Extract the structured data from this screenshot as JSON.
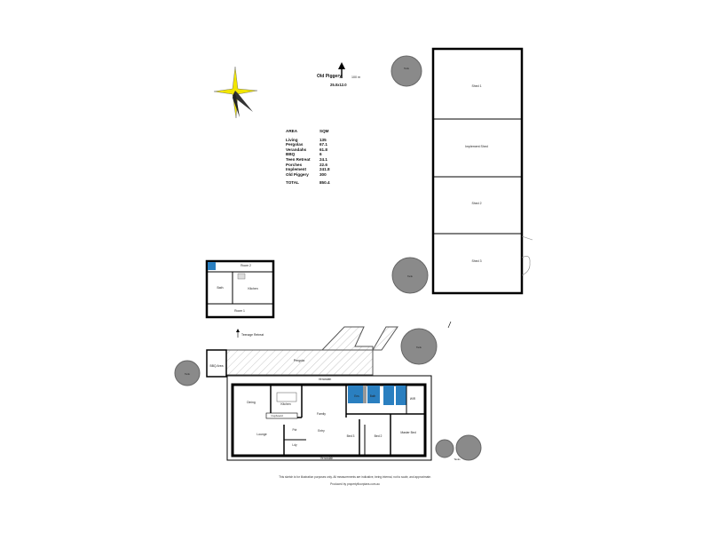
{
  "north": {
    "distance": "100 m",
    "label": "Old Piggery",
    "size": "25.0x12.0"
  },
  "areas": {
    "header_area": "AREA",
    "header_unit": "SQM",
    "rows": [
      {
        "name": "Living",
        "value": "135"
      },
      {
        "name": "Pergolas",
        "value": "67.1"
      },
      {
        "name": "Verandahs",
        "value": "61.8"
      },
      {
        "name": "BBQ",
        "value": "6"
      },
      {
        "name": "Teen Retreat",
        "value": "24.1"
      },
      {
        "name": "Porches",
        "value": "22.6"
      },
      {
        "name": "Implement",
        "value": "241.8"
      },
      {
        "name": "Old Piggery",
        "value": "300"
      }
    ],
    "total_label": "TOTAL",
    "total_value": "850.4"
  },
  "sheds": [
    "Shed 1",
    "Implement Shed",
    "Shed 2",
    "Shed 3"
  ],
  "retreat": {
    "rooms": [
      "Room 2",
      "Bath",
      "Kitchen",
      "Room 1"
    ],
    "label": "Teenage Retreat"
  },
  "pergola": {
    "label": "Pergola"
  },
  "bbq": {
    "label": "BBQ Area"
  },
  "house": {
    "verandah_top": "Verandah",
    "verandah_bottom": "Verandah",
    "rooms": [
      "Dining",
      "Kitchen",
      "Lounge",
      "Family",
      "Bed 3",
      "Bed 2",
      "Master Bed",
      "Bath",
      "WIR",
      "Ens",
      "Cupboard",
      "Entry",
      "Pdr",
      "Ldy"
    ]
  },
  "tanks": [
    "Tank",
    "Tank",
    "Tank",
    "Tank",
    "Tanks"
  ],
  "footer": {
    "disclaimer": "This sketch is for illustration purposes only. All measurements are indicative, being internal, not to scale, and approximate.",
    "produced_by": "Produced by propertyfloorplans.com.au"
  }
}
